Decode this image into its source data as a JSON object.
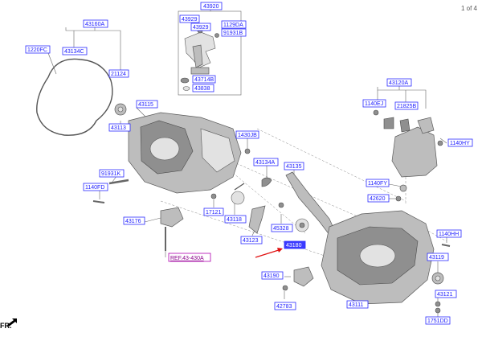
{
  "page_indicator": "1 of 4",
  "orientation_label": "FR.",
  "reference_label": "REF.43-430A",
  "highlighted_part": "43180",
  "colors": {
    "label_border": "#2b2bff",
    "label_text": "#1a1aff",
    "highlight": "#3a3aff",
    "reference": "#8a008a",
    "arrow": "#e01010"
  },
  "part_labels": [
    "43920",
    "43929",
    "43929",
    "1129DA",
    "91931B",
    "43714B",
    "43838",
    "43160A",
    "1220FC",
    "43134C",
    "21124",
    "43115",
    "43113",
    "1430JB",
    "43134A",
    "43135",
    "91931K",
    "1140FD",
    "17121",
    "43118",
    "43123",
    "43176",
    "45328",
    "43180",
    "43190",
    "42783",
    "43111",
    "43120A",
    "1140EJ",
    "21825B",
    "1140HY",
    "1140FY",
    "42620",
    "1140HH",
    "43119",
    "43121",
    "1751DD"
  ]
}
